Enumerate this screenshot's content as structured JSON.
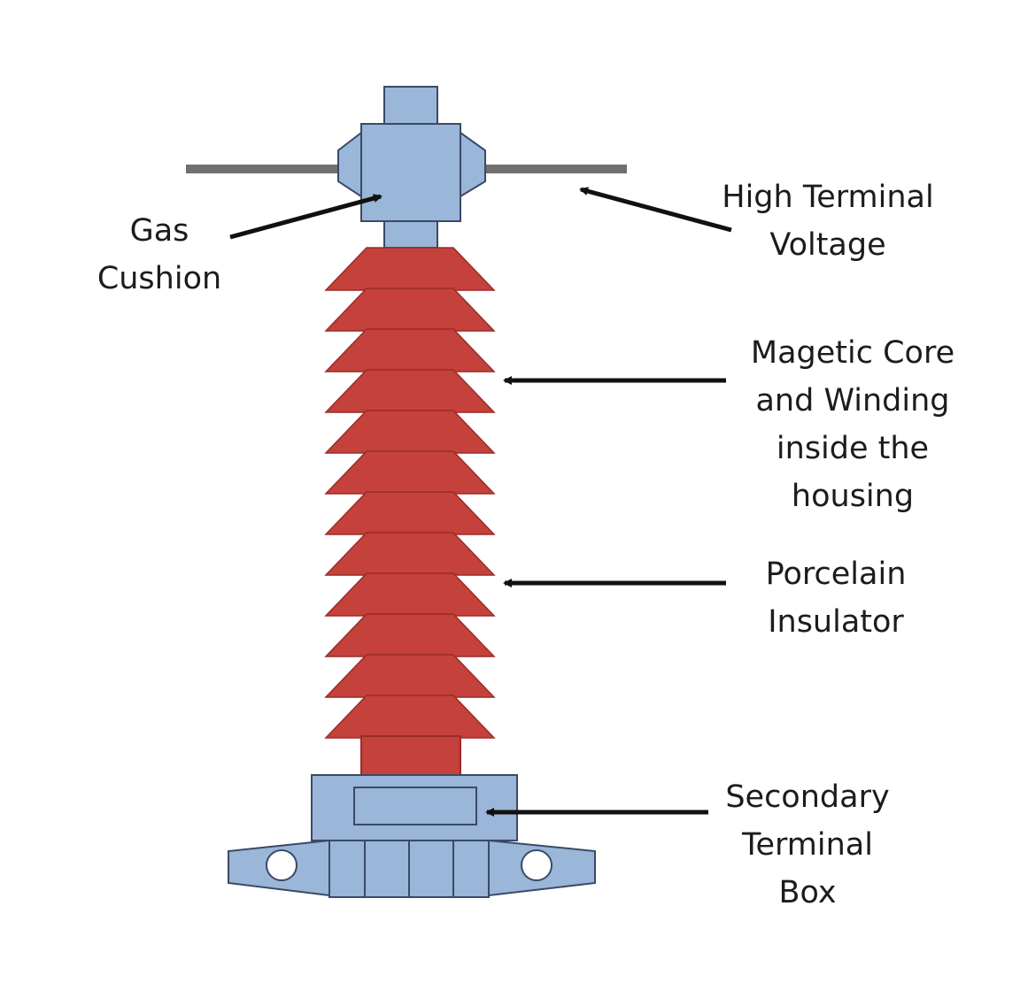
{
  "colors": {
    "metal_fill": "#9ab6d8",
    "metal_stroke": "#3a4a66",
    "porcelain_fill": "#c5413b",
    "porcelain_stroke": "#9a2c28",
    "conductor": "#707070",
    "arrow": "#111111",
    "text": "#1c1c1c"
  },
  "labels": {
    "gas_cushion": [
      "Gas",
      "Cushion"
    ],
    "high_terminal": [
      "High Terminal",
      "Voltage"
    ],
    "magnetic_core": [
      "Magetic Core",
      "and Winding",
      "inside the",
      "housing"
    ],
    "porcelain": [
      "Porcelain",
      "Insulator"
    ],
    "secondary": [
      "Secondary",
      "Terminal",
      "Box"
    ]
  }
}
